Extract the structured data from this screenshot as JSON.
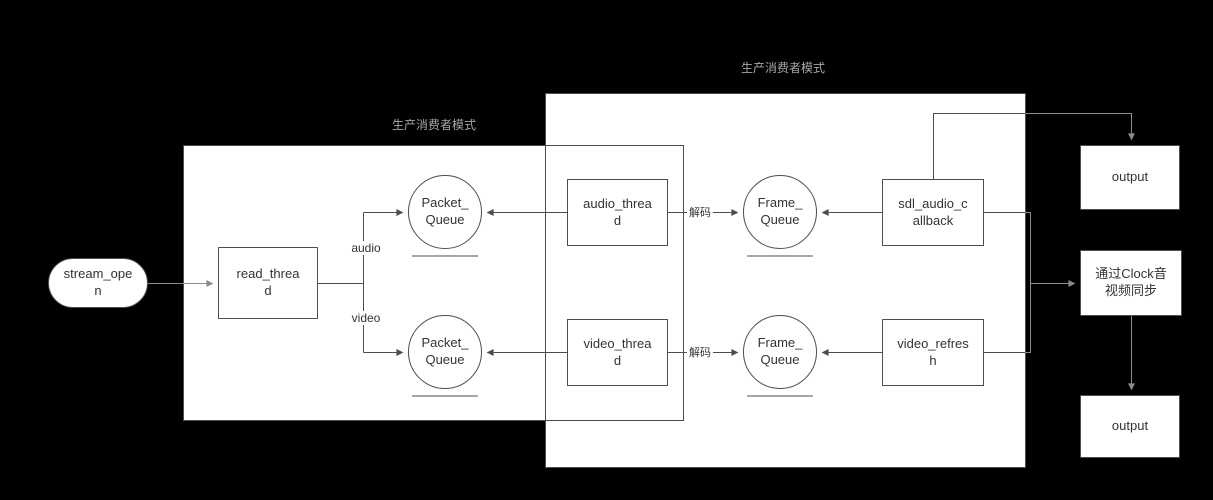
{
  "diagram": {
    "container_labels": {
      "top": "生产消费者模式",
      "left": "生产消费者模式"
    },
    "nodes": {
      "stream_open": "stream_open",
      "read_thread": "read_thread",
      "packet_queue_audio": "Packet_Queue",
      "packet_queue_video": "Packet_Queue",
      "audio_thread": "audio_thread",
      "video_thread": "video_thread",
      "frame_queue_audio": "Frame_Queue",
      "frame_queue_video": "Frame_Queue",
      "sdl_audio_callback": "sdl_audio_callback",
      "video_refresh": "video_refresh",
      "output_top": "output",
      "clock_sync": "通过Clock音视频同步",
      "output_bottom": "output"
    },
    "edge_labels": {
      "audio": "audio",
      "video": "video",
      "decode_audio": "解码",
      "decode_video": "解码"
    },
    "colors": {
      "background": "#000000",
      "container_fill": "#ffffff",
      "node_fill": "#ffffff",
      "node_border": "#4d4d4d",
      "line_dark": "#4d4d4d",
      "line_light": "#8c8c8c",
      "text": "#333333",
      "label_gray": "#a6a6a6"
    }
  }
}
